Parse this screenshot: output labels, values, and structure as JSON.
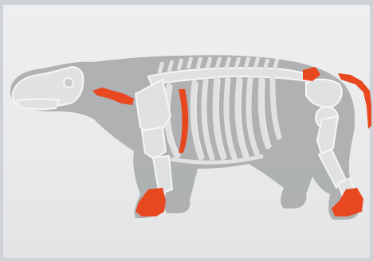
{
  "colors": {
    "paper": "#ebecee",
    "silhouette": "#a7a9ab",
    "bone": "#dfe1e3",
    "bone_outline": "#f4f5f6",
    "highlight": "#e8481f"
  },
  "highlighted_regions": [
    "cervical-vertebrae",
    "rib",
    "sacrum",
    "tail-vertebrae",
    "front-foot",
    "hind-foot"
  ]
}
